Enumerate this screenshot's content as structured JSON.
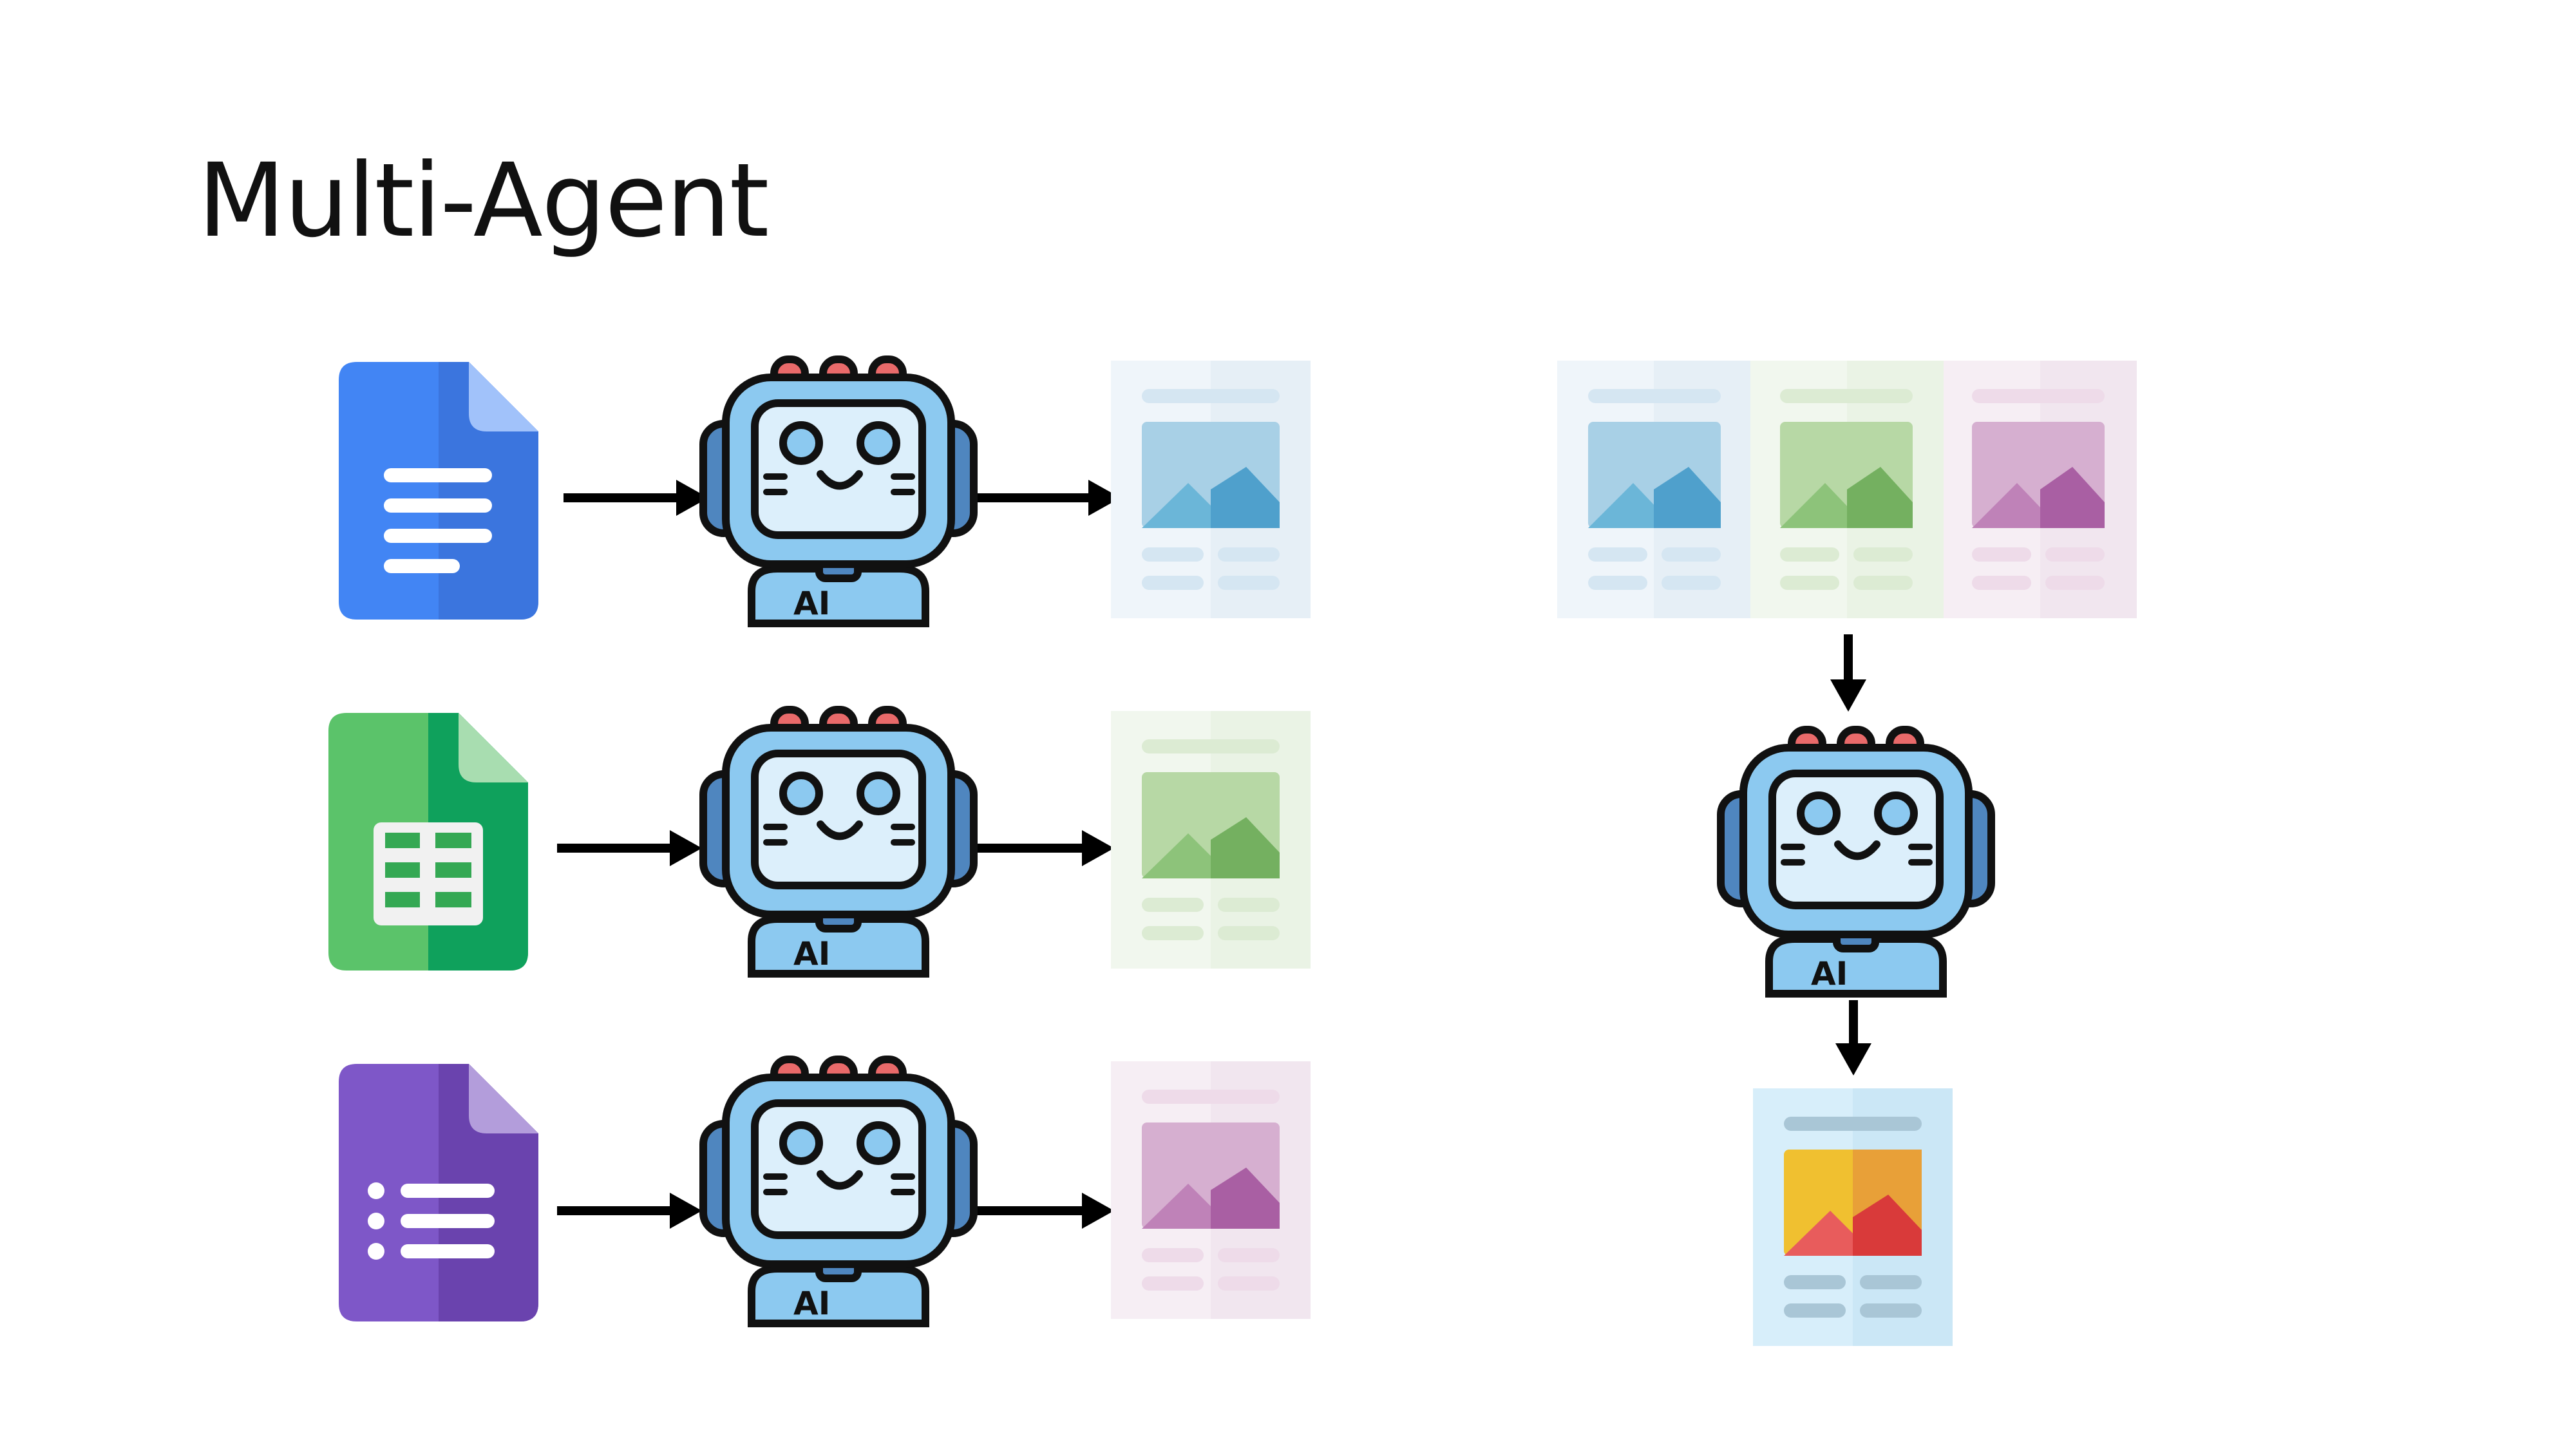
{
  "slide": {
    "title": "Multi-Agent",
    "robot_label": "AI"
  },
  "pipelines": [
    {
      "source": "docs-file-icon",
      "source_color": "#4285F4",
      "output_tint": "blue"
    },
    {
      "source": "sheets-file-icon",
      "source_color": "#34A853",
      "output_tint": "green"
    },
    {
      "source": "forms-file-icon",
      "source_color": "#7248B9",
      "output_tint": "purple"
    }
  ],
  "aggregator": {
    "inputs": [
      "blue",
      "green",
      "purple"
    ],
    "output_tint": "multicolor"
  },
  "palette": {
    "docs_blue": "#4285F4",
    "sheets_green": "#34A853",
    "forms_purple": "#7248B9",
    "robot_body": "#8CC9F0",
    "robot_outline": "#111111",
    "arrow": "#000000"
  }
}
